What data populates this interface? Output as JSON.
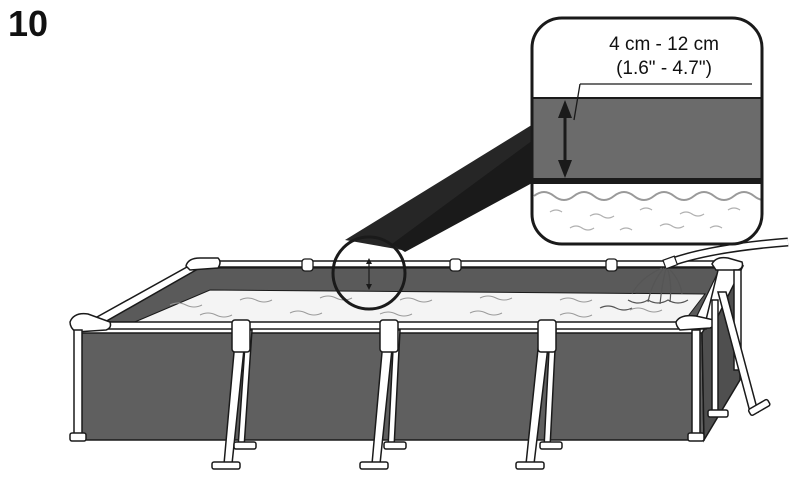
{
  "step": {
    "number": "10"
  },
  "callout": {
    "range_metric": "4 cm - 12 cm",
    "range_imperial": "(1.6\" - 4.7\")"
  },
  "colors": {
    "liner": "#5f5f5f",
    "liner_dark": "#4a4a4a",
    "water": "#f4f4f4",
    "frame": "#ffffff",
    "stroke": "#1a1a1a",
    "wave": "#9a9a9a"
  },
  "icons": [
    "water-level-arrow-icon",
    "hose-icon",
    "water-spray-icon"
  ]
}
